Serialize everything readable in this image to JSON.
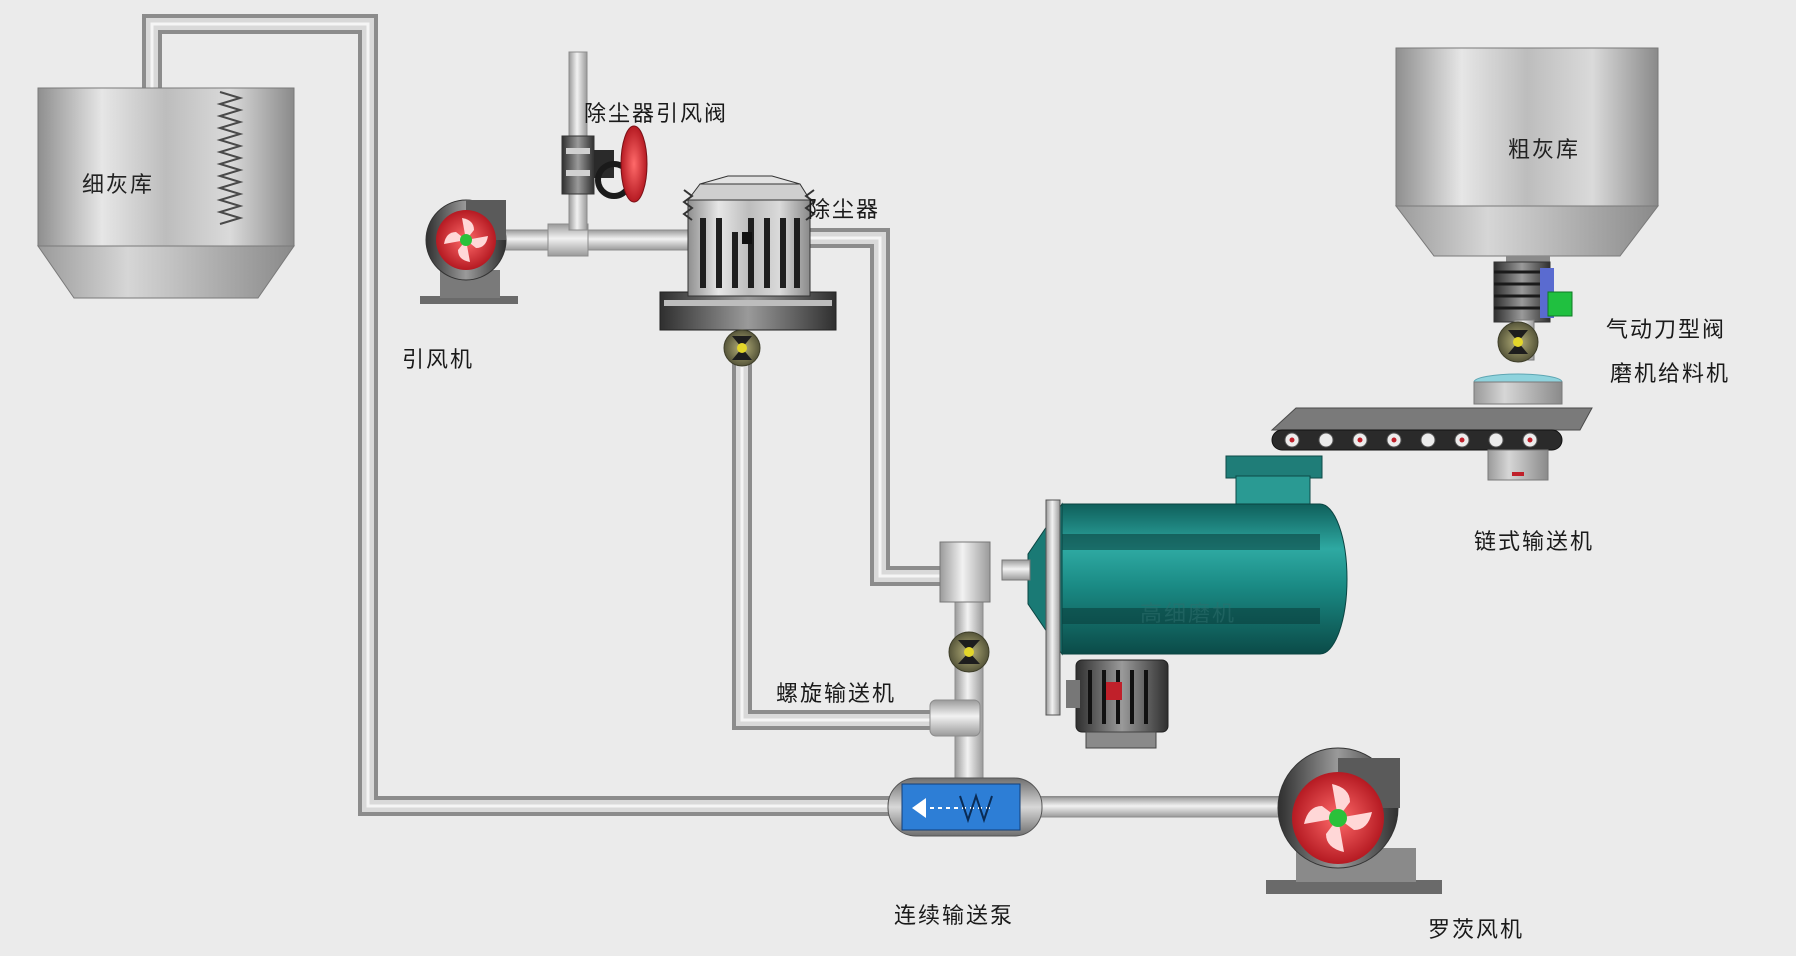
{
  "labels": {
    "fine_silo": "细灰库",
    "dust_valve": "除尘器引风阀",
    "dust_collector": "除尘器",
    "induced_fan": "引风机",
    "coarse_silo": "粗灰库",
    "knife_valve": "气动刀型阀",
    "mill_feeder": "磨机给料机",
    "chain_conveyor": "链式输送机",
    "mill": "高细磨机",
    "screw_conveyor": "螺旋输送机",
    "pump": "连续输送泵",
    "roots_blower": "罗茨风机"
  },
  "colors": {
    "background": "#ebebeb",
    "pipe": "#c8c8c8",
    "pipe_edge": "#8c8c8c",
    "silo": "#b9b9b9",
    "mill_body": "#1d8d88",
    "fan_red": "#d7232b",
    "fan_green": "#2bc13a",
    "valve_yellow": "#e3d62a",
    "pump_blue": "#2d7ed6",
    "indicator_green": "#20c040"
  },
  "icons": [
    "fan-icon",
    "valve-icon",
    "gear-icon",
    "motor-icon"
  ]
}
